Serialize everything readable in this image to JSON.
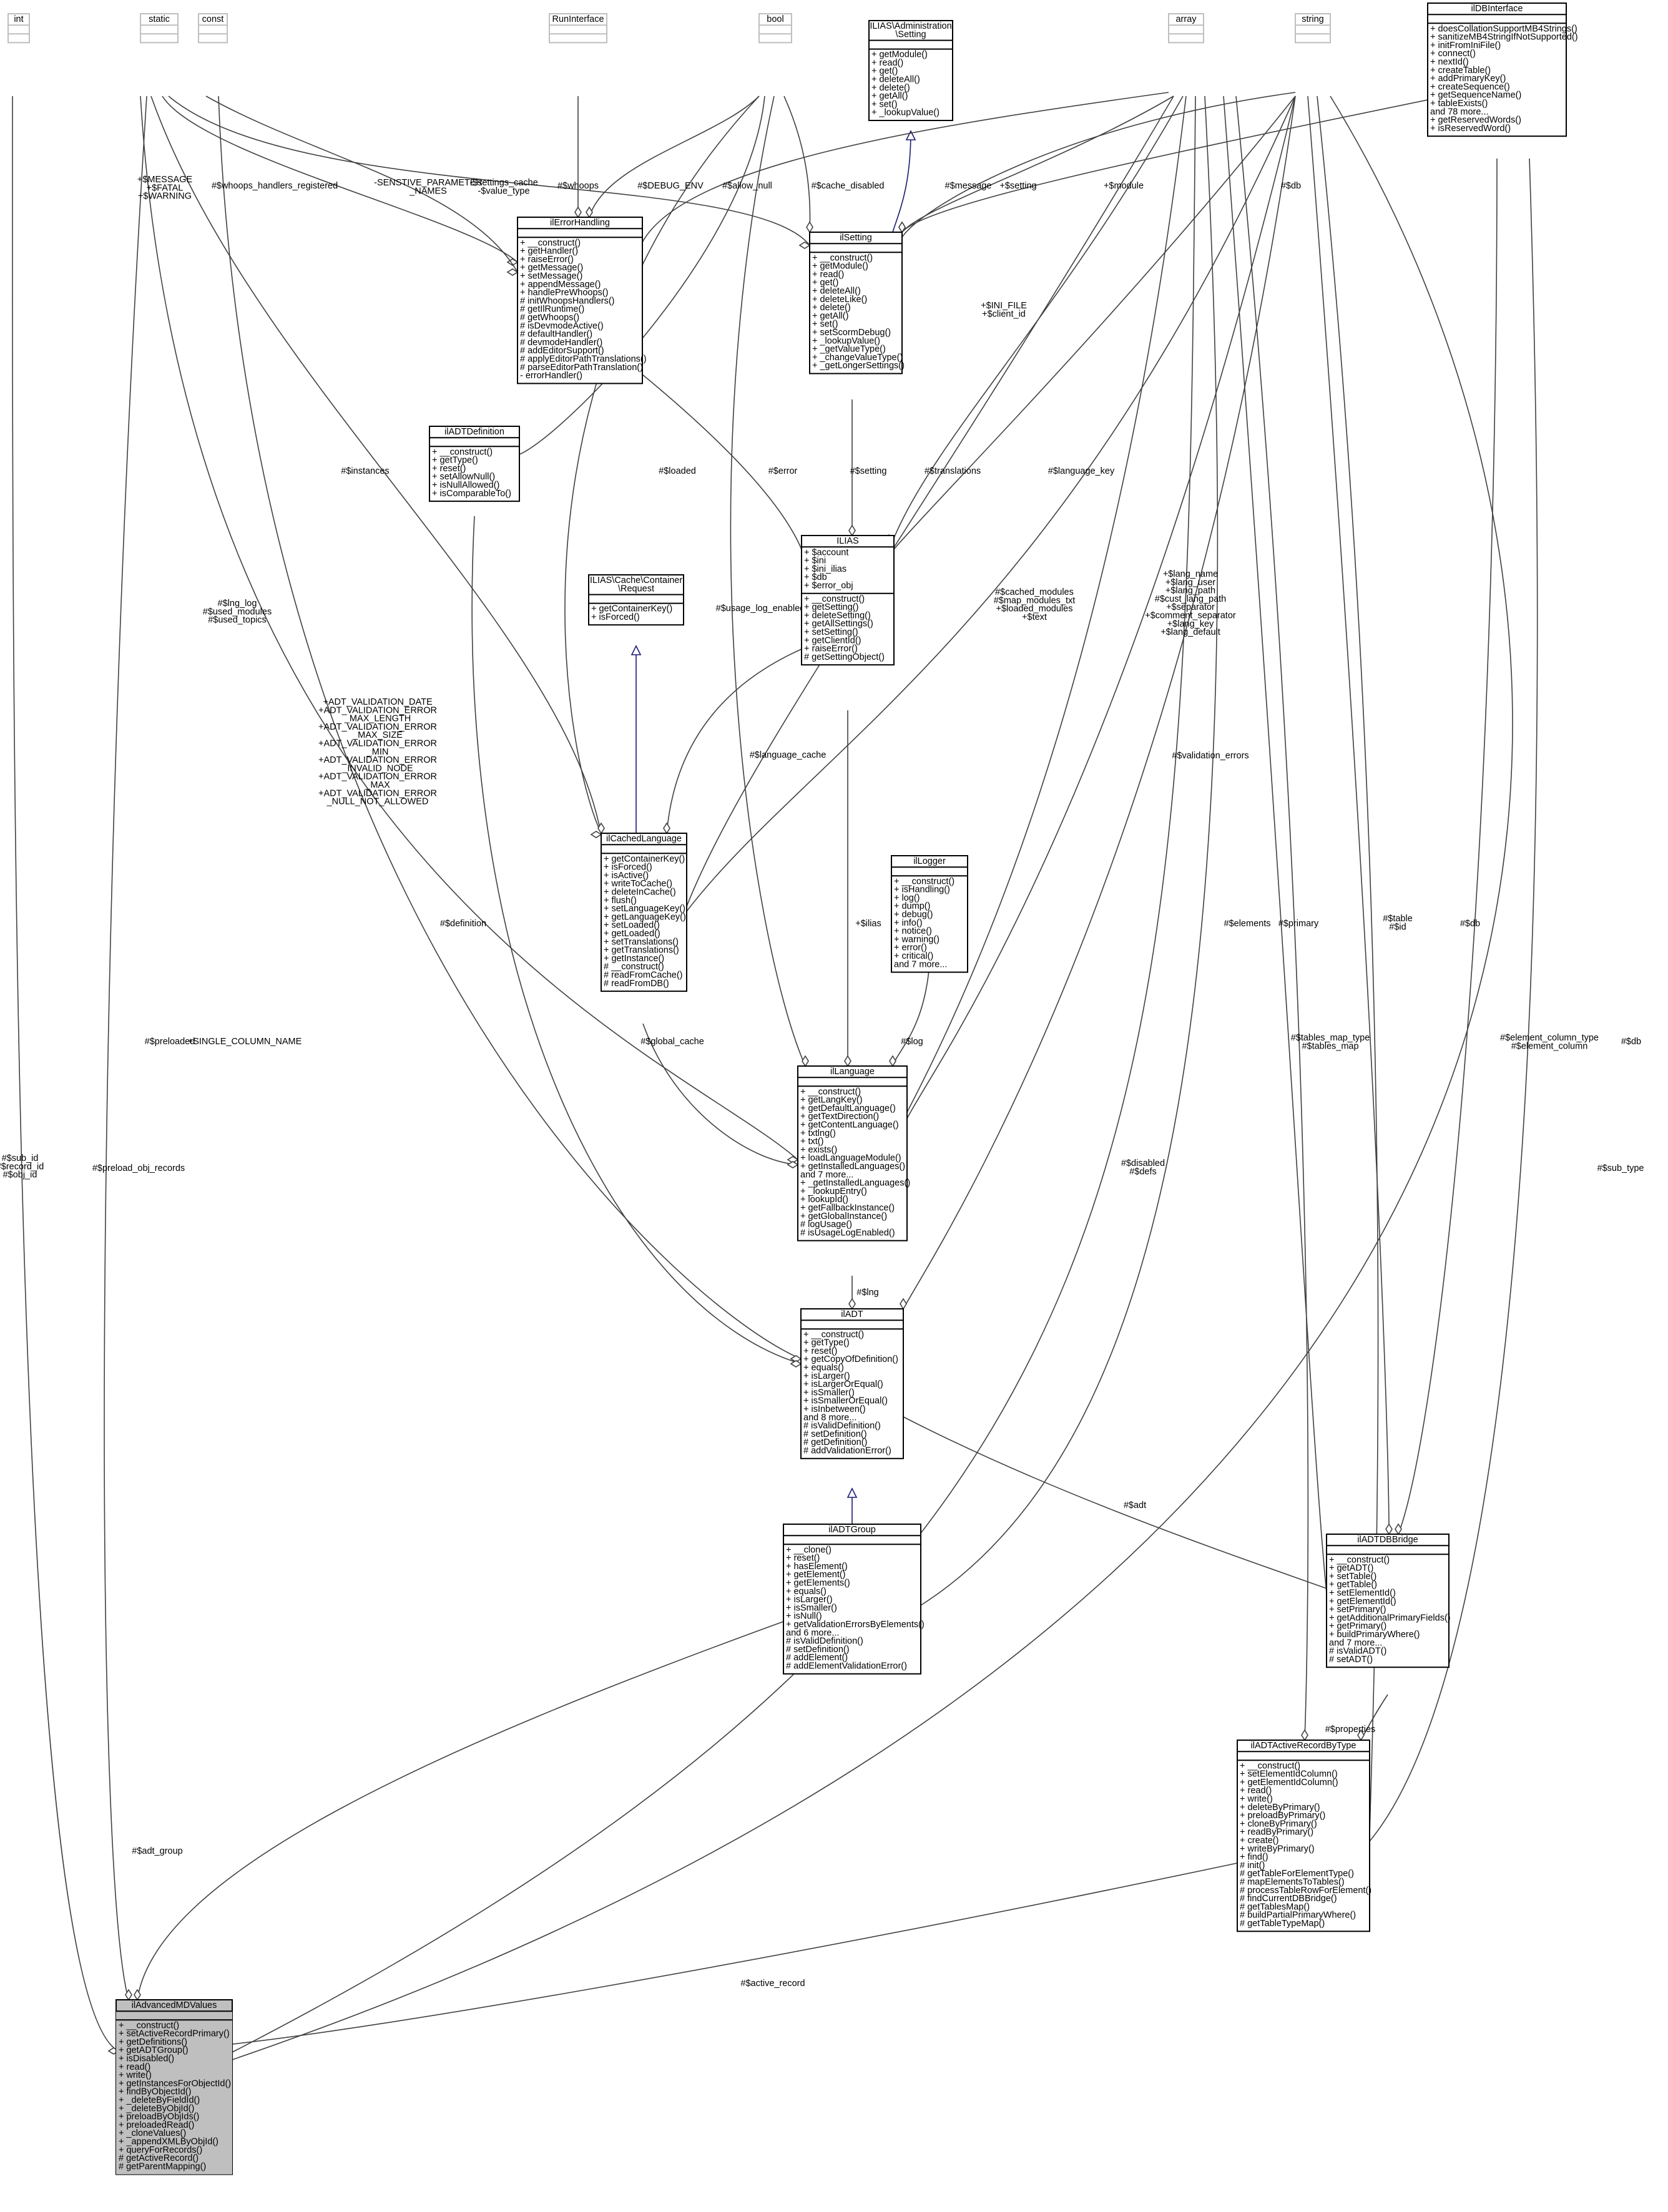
{
  "classes": {
    "int": {
      "title": "int",
      "ghost": true,
      "attributes": [],
      "methods": []
    },
    "static": {
      "title": "static",
      "ghost": true,
      "attributes": [],
      "methods": []
    },
    "const": {
      "title": "const",
      "ghost": true,
      "attributes": [],
      "methods": []
    },
    "runinterface": {
      "title": "RunInterface",
      "ghost": true,
      "attributes": [],
      "methods": []
    },
    "bool": {
      "title": "bool",
      "ghost": true,
      "attributes": [],
      "methods": []
    },
    "admin_setting": {
      "title": [
        "ILIAS\\Administration",
        "\\Setting"
      ],
      "attributes": [],
      "methods": [
        "+ getModule()",
        "+ read()",
        "+ get()",
        "+ deleteAll()",
        "+ delete()",
        "+ getAll()",
        "+ set()",
        "+ _lookupValue()"
      ]
    },
    "array": {
      "title": "array",
      "ghost": true,
      "attributes": [],
      "methods": []
    },
    "string": {
      "title": "string",
      "ghost": true,
      "attributes": [],
      "methods": []
    },
    "ildbinterface": {
      "title": "ilDBInterface",
      "attributes": [],
      "methods": [
        "+ doesCollationSupportMB4Strings()",
        "+ sanitizeMB4StringIfNotSupported()",
        "+ initFromIniFile()",
        "+ connect()",
        "+ nextId()",
        "+ createTable()",
        "+ addPrimaryKey()",
        "+ createSequence()",
        "+ getSequenceName()",
        "+ tableExists()",
        "and 78 more...",
        "+ getReservedWords()",
        "+ isReservedWord()"
      ]
    },
    "ilerrorhandling": {
      "title": "ilErrorHandling",
      "attributes": [],
      "methods": [
        "+ __construct()",
        "+ getHandler()",
        "+ raiseError()",
        "+ getMessage()",
        "+ setMessage()",
        "+ appendMessage()",
        "+ handlePreWhoops()",
        "# initWhoopsHandlers()",
        "# getIlRuntime()",
        "# getWhoops()",
        "# isDevmodeActive()",
        "# defaultHandler()",
        "# devmodeHandler()",
        "# addEditorSupport()",
        "# applyEditorPathTranslations()",
        "# parseEditorPathTranslation()",
        "- errorHandler()"
      ]
    },
    "ilsetting": {
      "title": "ilSetting",
      "attributes": [],
      "methods": [
        "+ __construct()",
        "+ getModule()",
        "+ read()",
        "+ get()",
        "+ deleteAll()",
        "+ deleteLike()",
        "+ delete()",
        "+ getAll()",
        "+ set()",
        "+ setScormDebug()",
        "+ _lookupValue()",
        "+ _getValueType()",
        "+ _changeValueType()",
        "+ _getLongerSettings()"
      ]
    },
    "iladtdefinition": {
      "title": "ilADTDefinition",
      "attributes": [],
      "methods": [
        "+ __construct()",
        "+ getType()",
        "+ reset()",
        "+ setAllowNull()",
        "+ isNullAllowed()",
        "+ isComparableTo()"
      ]
    },
    "ilias": {
      "title": "ILIAS",
      "attributes": [
        "+ $account",
        "+ $ini",
        "+ $ini_ilias",
        "+ $db",
        "+ $error_obj"
      ],
      "methods": [
        "+ __construct()",
        "+ getSetting()",
        "+ deleteSetting()",
        "+ getAllSettings()",
        "+ setSetting()",
        "+ getClientId()",
        "+ raiseError()",
        "# getSettingObject()"
      ]
    },
    "cache_request": {
      "title": [
        "ILIAS\\Cache\\Container",
        "\\Request"
      ],
      "attributes": [],
      "methods": [
        "+ getContainerKey()",
        "+ isForced()"
      ]
    },
    "ilcachedlanguage": {
      "title": "ilCachedLanguage",
      "attributes": [],
      "methods": [
        "+ getContainerKey()",
        "+ isForced()",
        "+ isActive()",
        "+ writeToCache()",
        "+ deleteInCache()",
        "+ flush()",
        "+ setLanguageKey()",
        "+ getLanguageKey()",
        "+ setLoaded()",
        "+ getLoaded()",
        "+ setTranslations()",
        "+ getTranslations()",
        "+ getInstance()",
        "# __construct()",
        "# readFromCache()",
        "# readFromDB()"
      ]
    },
    "illogger": {
      "title": "ilLogger",
      "attributes": [],
      "methods": [
        "+ __construct()",
        "+ isHandling()",
        "+ log()",
        "+ dump()",
        "+ debug()",
        "+ info()",
        "+ notice()",
        "+ warning()",
        "+ error()",
        "+ critical()",
        "and 7 more..."
      ]
    },
    "illanguage": {
      "title": "ilLanguage",
      "attributes": [],
      "methods": [
        "+ __construct()",
        "+ getLangKey()",
        "+ getDefaultLanguage()",
        "+ getTextDirection()",
        "+ getContentLanguage()",
        "+ txtlng()",
        "+ txt()",
        "+ exists()",
        "+ loadLanguageModule()",
        "+ getInstalledLanguages()",
        "and 7 more...",
        "+ _getInstalledLanguages()",
        "+ _lookupEntry()",
        "+ lookupId()",
        "+ getFallbackInstance()",
        "+ getGlobalInstance()",
        "# logUsage()",
        "# isUsageLogEnabled()"
      ]
    },
    "iladt": {
      "title": "ilADT",
      "attributes": [],
      "methods": [
        "+ __construct()",
        "+ getType()",
        "+ reset()",
        "+ getCopyOfDefinition()",
        "+ equals()",
        "+ isLarger()",
        "+ isLargerOrEqual()",
        "+ isSmaller()",
        "+ isSmallerOrEqual()",
        "+ isInbetween()",
        "and 8 more...",
        "# isValidDefinition()",
        "# setDefinition()",
        "# getDefinition()",
        "# addValidationError()"
      ]
    },
    "iladtgroup": {
      "title": "ilADTGroup",
      "attributes": [],
      "methods": [
        "+ __clone()",
        "+ reset()",
        "+ hasElement()",
        "+ getElement()",
        "+ getElements()",
        "+ equals()",
        "+ isLarger()",
        "+ isSmaller()",
        "+ isNull()",
        "+ getValidationErrorsByElements()",
        "and 6 more...",
        "# isValidDefinition()",
        "# setDefinition()",
        "# addElement()",
        "# addElementValidationError()"
      ]
    },
    "iladtdbbridge": {
      "title": "ilADTDBBridge",
      "attributes": [],
      "methods": [
        "+ __construct()",
        "+ getADT()",
        "+ setTable()",
        "+ getTable()",
        "+ setElementId()",
        "+ getElementId()",
        "+ setPrimary()",
        "+ getAdditionalPrimaryFields()",
        "+ getPrimary()",
        "+ buildPrimaryWhere()",
        "and 7 more...",
        "# isValidADT()",
        "# setADT()"
      ]
    },
    "iladtactiverecordbytype": {
      "title": "ilADTActiveRecordByType",
      "attributes": [],
      "methods": [
        "+ __construct()",
        "+ setElementIdColumn()",
        "+ getElementIdColumn()",
        "+ read()",
        "+ write()",
        "+ deleteByPrimary()",
        "+ preloadByPrimary()",
        "+ cloneByPrimary()",
        "+ readByPrimary()",
        "+ create()",
        "+ writeByPrimary()",
        "+ find()",
        "# init()",
        "# getTableForElementType()",
        "# mapElementsToTables()",
        "# processTableRowForElement()",
        "# findCurrentDBBridge()",
        "# getTablesMap()",
        "# buildPartialPrimaryWhere()",
        "# getTableTypeMap()"
      ]
    },
    "iladvancedmdvalues": {
      "title": "ilAdvancedMDValues",
      "highlight": true,
      "attributes": [],
      "methods": [
        "+ __construct()",
        "+ setActiveRecordPrimary()",
        "+ getDefinitions()",
        "+ getADTGroup()",
        "+ isDisabled()",
        "+ read()",
        "+ write()",
        "+ getInstancesForObjectId()",
        "+ findByObjectId()",
        "+ _deleteByFieldId()",
        "+ _deleteByObjId()",
        "+ preloadByObjIds()",
        "+ preloadedRead()",
        "+ _cloneValues()",
        "+ _appendXMLByObjId()",
        "+ queryForRecords()",
        "# getActiveRecord()",
        "# getParentMapping()"
      ]
    }
  },
  "edge_labels": {
    "messages": [
      "+$MESSAGE",
      "+$FATAL",
      "+$WARNING"
    ],
    "whoops_registered": [
      "#$whoops_handlers_registered"
    ],
    "sensitive": [
      "-SENSTIVE_PARAMETER",
      "_NAMES"
    ],
    "whoops": [
      "#$whoops"
    ],
    "debug_env": [
      "#$DEBUG_ENV"
    ],
    "settings_cache": [
      "-$settings_cache",
      "-$value_type"
    ],
    "allow_null": [
      "#$allow_null"
    ],
    "cache_disabled": [
      "#$cache_disabled"
    ],
    "message": [
      "#$message"
    ],
    "setting_plus": [
      "+$setting"
    ],
    "module": [
      "+$module"
    ],
    "db_top": [
      "#$db"
    ],
    "ini_file": [
      "+$INI_FILE",
      "+$client_id"
    ],
    "instances": [
      "#$instances"
    ],
    "loaded": [
      "#$loaded"
    ],
    "error": [
      "#$error"
    ],
    "setting_hash": [
      "#$setting"
    ],
    "translations": [
      "#$translations"
    ],
    "language_key": [
      "#$language_key"
    ],
    "lng_log": [
      "#$lng_log",
      "#$used_modules",
      "#$used_topics"
    ],
    "usage_log": [
      "#$usage_log_enabled"
    ],
    "cached_modules": [
      "#$cached_modules",
      "#$map_modules_txt",
      "+$loaded_modules",
      "+$text"
    ],
    "lang_name": [
      "+$lang_name",
      "+$lang_user",
      "+$lang_path",
      "#$cust_lang_path",
      "+$separator",
      "+$comment_separator",
      "+$lang_key",
      "+$lang_default"
    ],
    "adt_validation": [
      "+ADT_VALIDATION_DATE",
      "+ADT_VALIDATION_ERROR",
      "_MAX_LENGTH",
      "+ADT_VALIDATION_ERROR",
      "_MAX_SIZE",
      "+ADT_VALIDATION_ERROR",
      "_MIN",
      "+ADT_VALIDATION_ERROR",
      "_INVALID_NODE",
      "+ADT_VALIDATION_ERROR",
      "_MAX",
      "+ADT_VALIDATION_ERROR",
      "_NULL_NOT_ALLOWED"
    ],
    "language_cache": [
      "#$language_cache"
    ],
    "validation_errors": [
      "#$validation_errors"
    ],
    "definition": [
      "#$definition"
    ],
    "ilias_prop": [
      "+$ilias"
    ],
    "elements": [
      "#$elements"
    ],
    "primary": [
      "#$primary"
    ],
    "table_id": [
      "#$table",
      "#$id"
    ],
    "db_mid": [
      "#$db"
    ],
    "preloaded": [
      "#$preloaded"
    ],
    "single_column": [
      "+SINGLE_COLUMN_NAME"
    ],
    "global_cache": [
      "#$global_cache"
    ],
    "log": [
      "#$log"
    ],
    "tables_map": [
      "#$tables_map_type",
      "#$tables_map"
    ],
    "element_column": [
      "#$element_column_type",
      "#$element_column"
    ],
    "db_right": [
      "#$db"
    ],
    "sub_id": [
      "#$sub_id",
      "#$record_id",
      "#$obj_id"
    ],
    "preload_obj": [
      "#$preload_obj_records"
    ],
    "disabled": [
      "#$disabled",
      "#$defs"
    ],
    "sub_type": [
      "#$sub_type"
    ],
    "lng": [
      "#$lng"
    ],
    "adt": [
      "#$adt"
    ],
    "properties": [
      "#$properties"
    ],
    "adt_group": [
      "#$adt_group"
    ],
    "active_record": [
      "#$active_record"
    ]
  },
  "colors": {
    "box_border": "#000000",
    "ghost_border": "#bfbfbf",
    "highlight_fill": "#bfbfbf",
    "edge": "#404040",
    "inheritance_edge": "#191970"
  }
}
